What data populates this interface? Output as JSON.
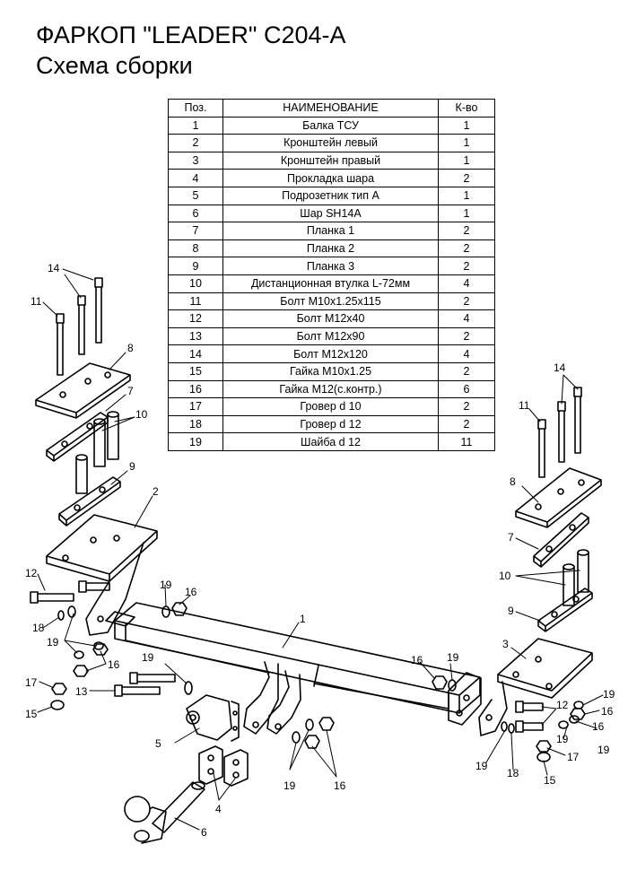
{
  "title": "ФАРКОП \"LEADER\" C204-A",
  "subtitle": "Схема сборки",
  "table": {
    "headers": [
      "Поз.",
      "НАИМЕНОВАНИЕ",
      "К-во"
    ],
    "rows": [
      [
        "1",
        "Балка ТСУ",
        "1"
      ],
      [
        "2",
        "Кронштейн левый",
        "1"
      ],
      [
        "3",
        "Кронштейн правый",
        "1"
      ],
      [
        "4",
        "Прокладка  шара",
        "2"
      ],
      [
        "5",
        "Подрозетник тип А",
        "1"
      ],
      [
        "6",
        "Шар SH14A",
        "1"
      ],
      [
        "7",
        "Планка 1",
        "2"
      ],
      [
        "8",
        "Планка 2",
        "2"
      ],
      [
        "9",
        "Планка 3",
        "2"
      ],
      [
        "10",
        "Дистанционная втулка L-72мм",
        "4"
      ],
      [
        "11",
        "Болт М10х1.25х115",
        "2"
      ],
      [
        "12",
        "Болт М12х40",
        "4"
      ],
      [
        "13",
        "Болт М12х90",
        "2"
      ],
      [
        "14",
        "Болт М12х120",
        "4"
      ],
      [
        "15",
        "Гайка  М10х1.25",
        "2"
      ],
      [
        "16",
        "Гайка М12(с.контр.)",
        "6"
      ],
      [
        "17",
        "Гровер d 10",
        "2"
      ],
      [
        "18",
        "Гровер d 12",
        "2"
      ],
      [
        "19",
        "Шайба d 12",
        "11"
      ]
    ]
  },
  "callouts": [
    "14",
    "11",
    "8",
    "7",
    "10",
    "9",
    "2",
    "12",
    "18",
    "19",
    "16",
    "19",
    "16",
    "17",
    "13",
    "15",
    "19",
    "5",
    "4",
    "6",
    "1",
    "16",
    "19",
    "19",
    "16",
    "14",
    "11",
    "8",
    "7",
    "10",
    "9",
    "3",
    "12",
    "19",
    "16",
    "19",
    "17",
    "19",
    "18",
    "15",
    "16",
    "19"
  ]
}
